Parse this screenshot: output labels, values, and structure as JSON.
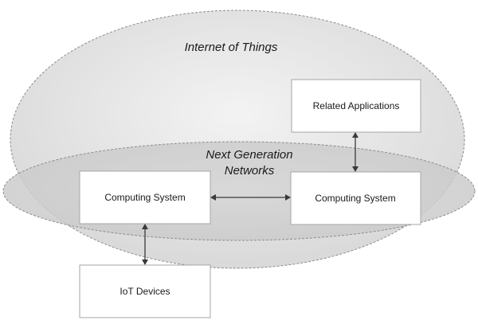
{
  "diagram": {
    "outer_region": {
      "label": "Internet of Things"
    },
    "inner_region": {
      "label_line1": "Next Generation",
      "label_line2": "Networks"
    },
    "nodes": {
      "related_applications": "Related Applications",
      "computing_system_left": "Computing System",
      "computing_system_right": "Computing System",
      "iot_devices": "IoT Devices"
    }
  },
  "colors": {
    "region_fill": "#dcdcdc",
    "region_stroke": "#8c8c8c",
    "box_fill": "#ffffff",
    "box_stroke": "#a6a6a6",
    "arrow": "#3a3a3a"
  }
}
